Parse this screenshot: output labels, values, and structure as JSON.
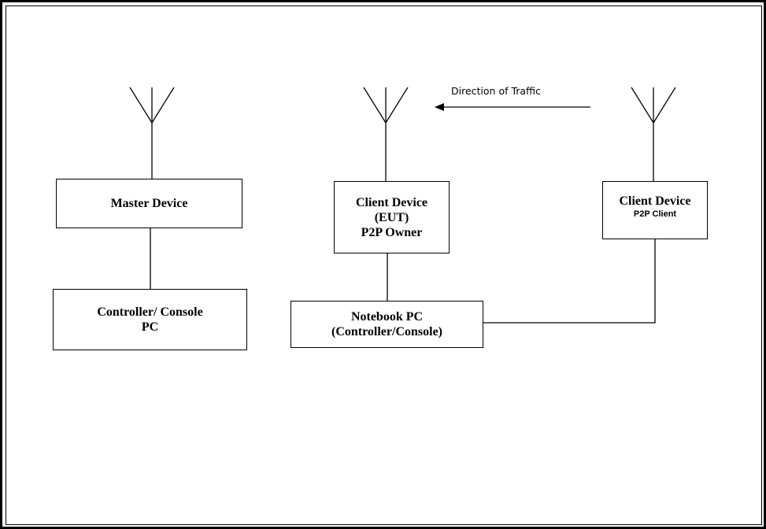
{
  "diagram": {
    "traffic_label": "Direction of Traffic",
    "master_device": {
      "label": "Master Device"
    },
    "controller_console_pc": {
      "line1": "Controller/ Console",
      "line2": "PC"
    },
    "client_device_eut": {
      "line1": "Client Device",
      "line2": "(EUT)",
      "line3": "P2P Owner"
    },
    "notebook_pc": {
      "line1": "Notebook PC",
      "line2": "(Controller/Console)"
    },
    "client_device_p2p": {
      "line1": "Client Device",
      "line2": "P2P Client"
    }
  }
}
